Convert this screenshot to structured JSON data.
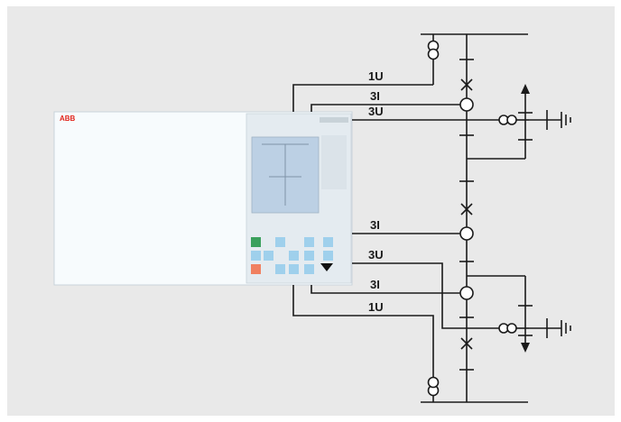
{
  "device": {
    "brand": "ABB",
    "colors": {
      "logo": "#e2231a",
      "panel": "#f7fbfd",
      "lcd": "#bcd0e4",
      "key_blue": "#9fd0ec",
      "key_green": "#3aa05c",
      "key_red": "#f08060"
    }
  },
  "signals": {
    "upper_1U": "1U",
    "upper_3I": "3I",
    "upper_3U": "3U",
    "lower_3I_a": "3I",
    "lower_3U": "3U",
    "lower_3I_b": "3I",
    "lower_1U": "1U"
  }
}
